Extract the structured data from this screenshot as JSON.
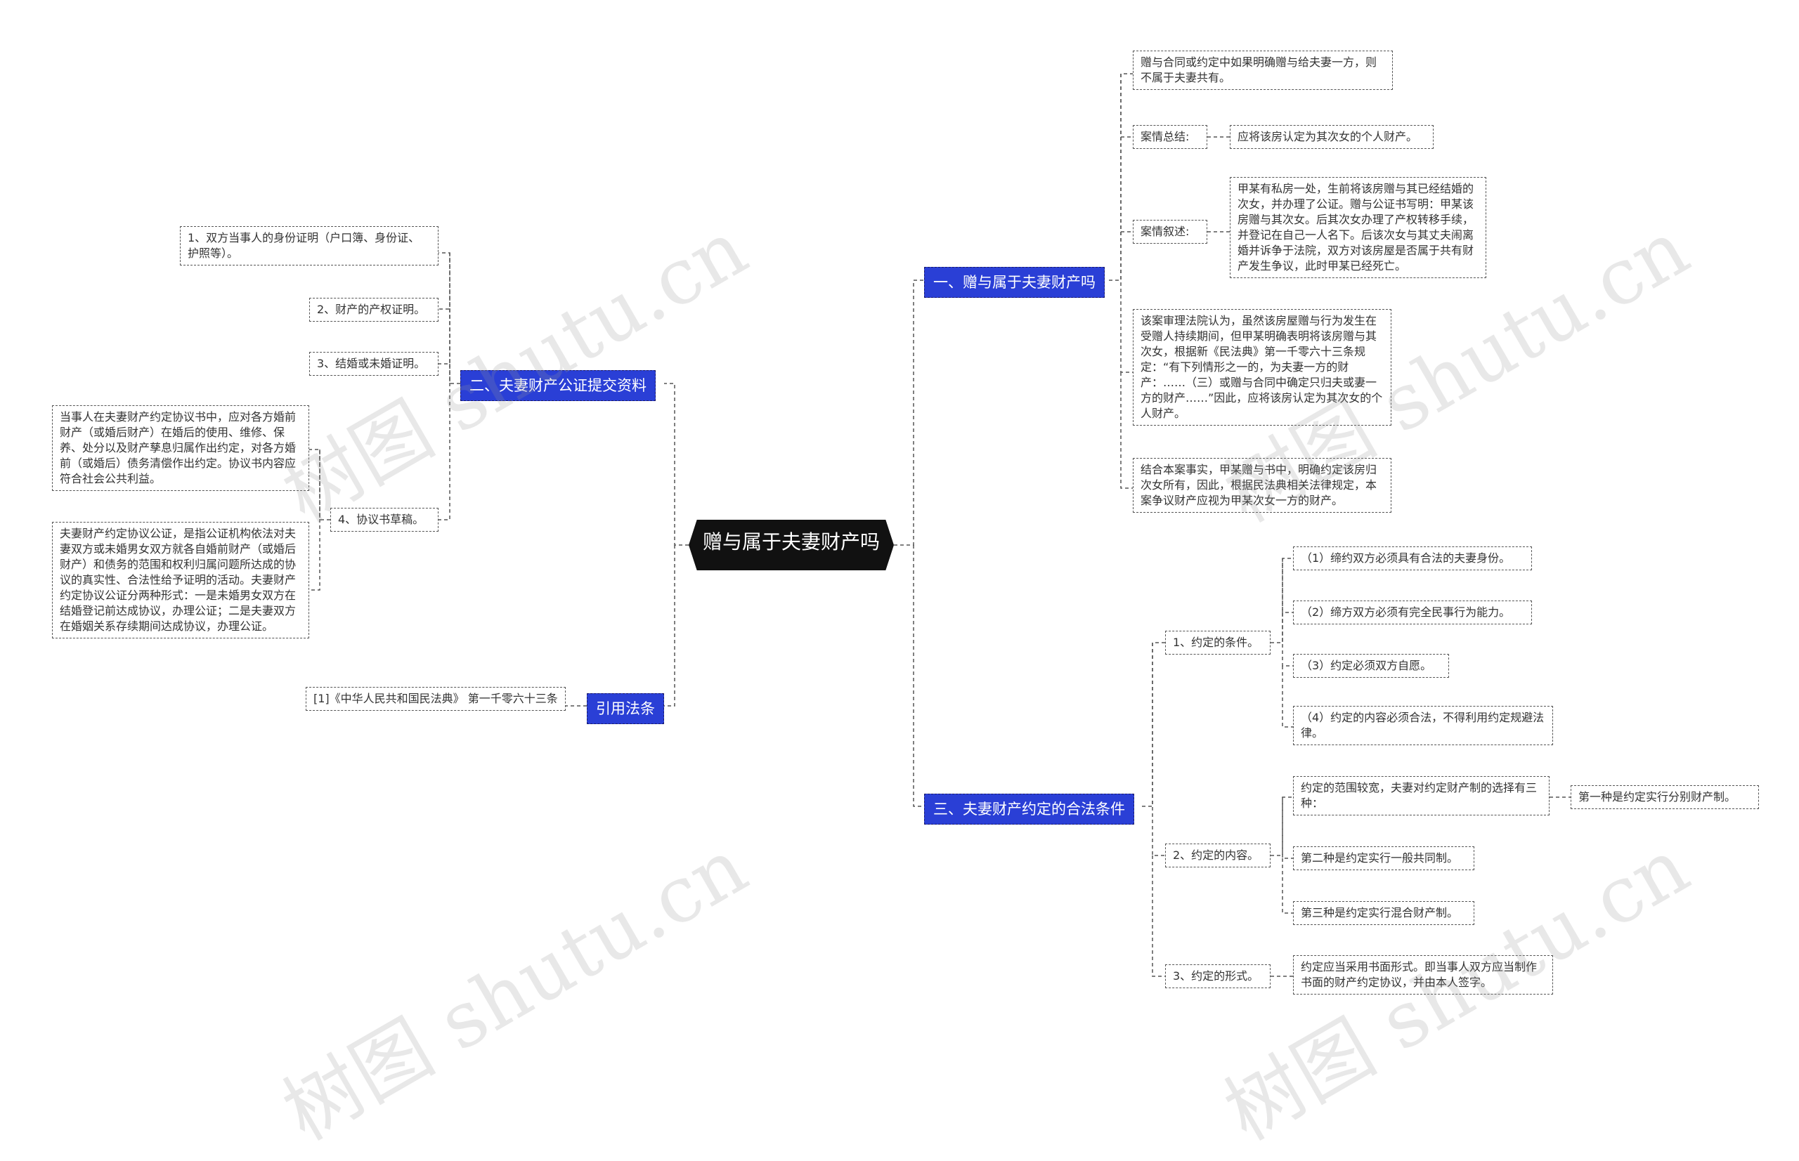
{
  "root": {
    "label": "赠与属于夫妻财产吗"
  },
  "branches": {
    "b1": "一、赠与属于夫妻财产吗",
    "b2": "二、夫妻财产公证提交资料",
    "b3": "三、夫妻财产约定的合法条件",
    "b4": "引用法条"
  },
  "b1": {
    "n_intro": "赠与合同或约定中如果明确赠与给夫妻一方，则不属于夫妻共有。",
    "summary_label": "案情总结:",
    "summary_text": "应将该房认定为其次女的个人财产。",
    "case_label": "案情叙述:",
    "case_text": "甲某有私房一处，生前将该房赠与其已经结婚的次女，并办理了公证。赠与公证书写明：甲某该房赠与其次女。后其次女办理了产权转移手续，并登记在自己一人名下。后该次女与其丈夫闹离婚并诉争于法院，双方对该房屋是否属于共有财产发生争议，此时甲某已经死亡。",
    "court_text": "该案审理法院认为，虽然该房屋赠与行为发生在受赠人持续期间，但甲某明确表明将该房赠与其次女，根据新《民法典》第一千零六十三条规定：“有下列情形之一的，为夫妻一方的财产：……（三）或赠与合同中确定只归夫或妻一方的财产……”因此，应将该房认定为其次女的个人财产。",
    "conclusion_text": "结合本案事实，甲某赠与书中，明确约定该房归次女所有，因此，根据民法典相关法律规定，本案争议财产应视为甲某次女一方的财产。"
  },
  "b2": {
    "item1": "1、双方当事人的身份证明（户口簿、身份证、护照等）。",
    "item2": "2、财产的产权证明。",
    "item3": "3、结婚或未婚证明。",
    "item4": "4、协议书草稿。",
    "item4_a": "当事人在夫妻财产约定协议书中，应对各方婚前财产（或婚后财产）在婚后的使用、维修、保养、处分以及财产孳息归属作出约定，对各方婚前（或婚后）债务清偿作出约定。协议书内容应符合社会公共利益。",
    "item4_b": "夫妻财产约定协议公证，是指公证机构依法对夫妻双方或未婚男女双方就各自婚前财产（或婚后财产）和债务的范围和权利归属问题所达成的协议的真实性、合法性给予证明的活动。夫妻财产约定协议公证分两种形式：一是未婚男女双方在结婚登记前达成协议，办理公证；二是夫妻双方在婚姻关系存续期间达成协议，办理公证。"
  },
  "b3": {
    "cond_label": "1、约定的条件。",
    "cond1": "（1）缔约双方必须具有合法的夫妻身份。",
    "cond2": "（2）缔方双方必须有完全民事行为能力。",
    "cond3": "（3）约定必须双方自愿。",
    "cond4": "（4）约定的内容必须合法，不得利用约定规避法律。",
    "content_label": "2、约定的内容。",
    "content1": "约定的范围较宽，夫妻对约定财产制的选择有三种：",
    "content1_sub": "第一种是约定实行分别财产制。",
    "content2": "第二种是约定实行一般共同制。",
    "content3": "第三种是约定实行混合财产制。",
    "form_label": "3、约定的形式。",
    "form1": "约定应当采用书面形式。即当事人双方应当制作书面的财产约定协议，并由本人签字。"
  },
  "b4": {
    "law": "[1]《中华人民共和国民法典》 第一千零六十三条"
  },
  "watermark": {
    "text": "树图 shutu.cn"
  },
  "colors": {
    "branch": "#2a3fd6",
    "root": "#111111",
    "line": "#555555"
  }
}
